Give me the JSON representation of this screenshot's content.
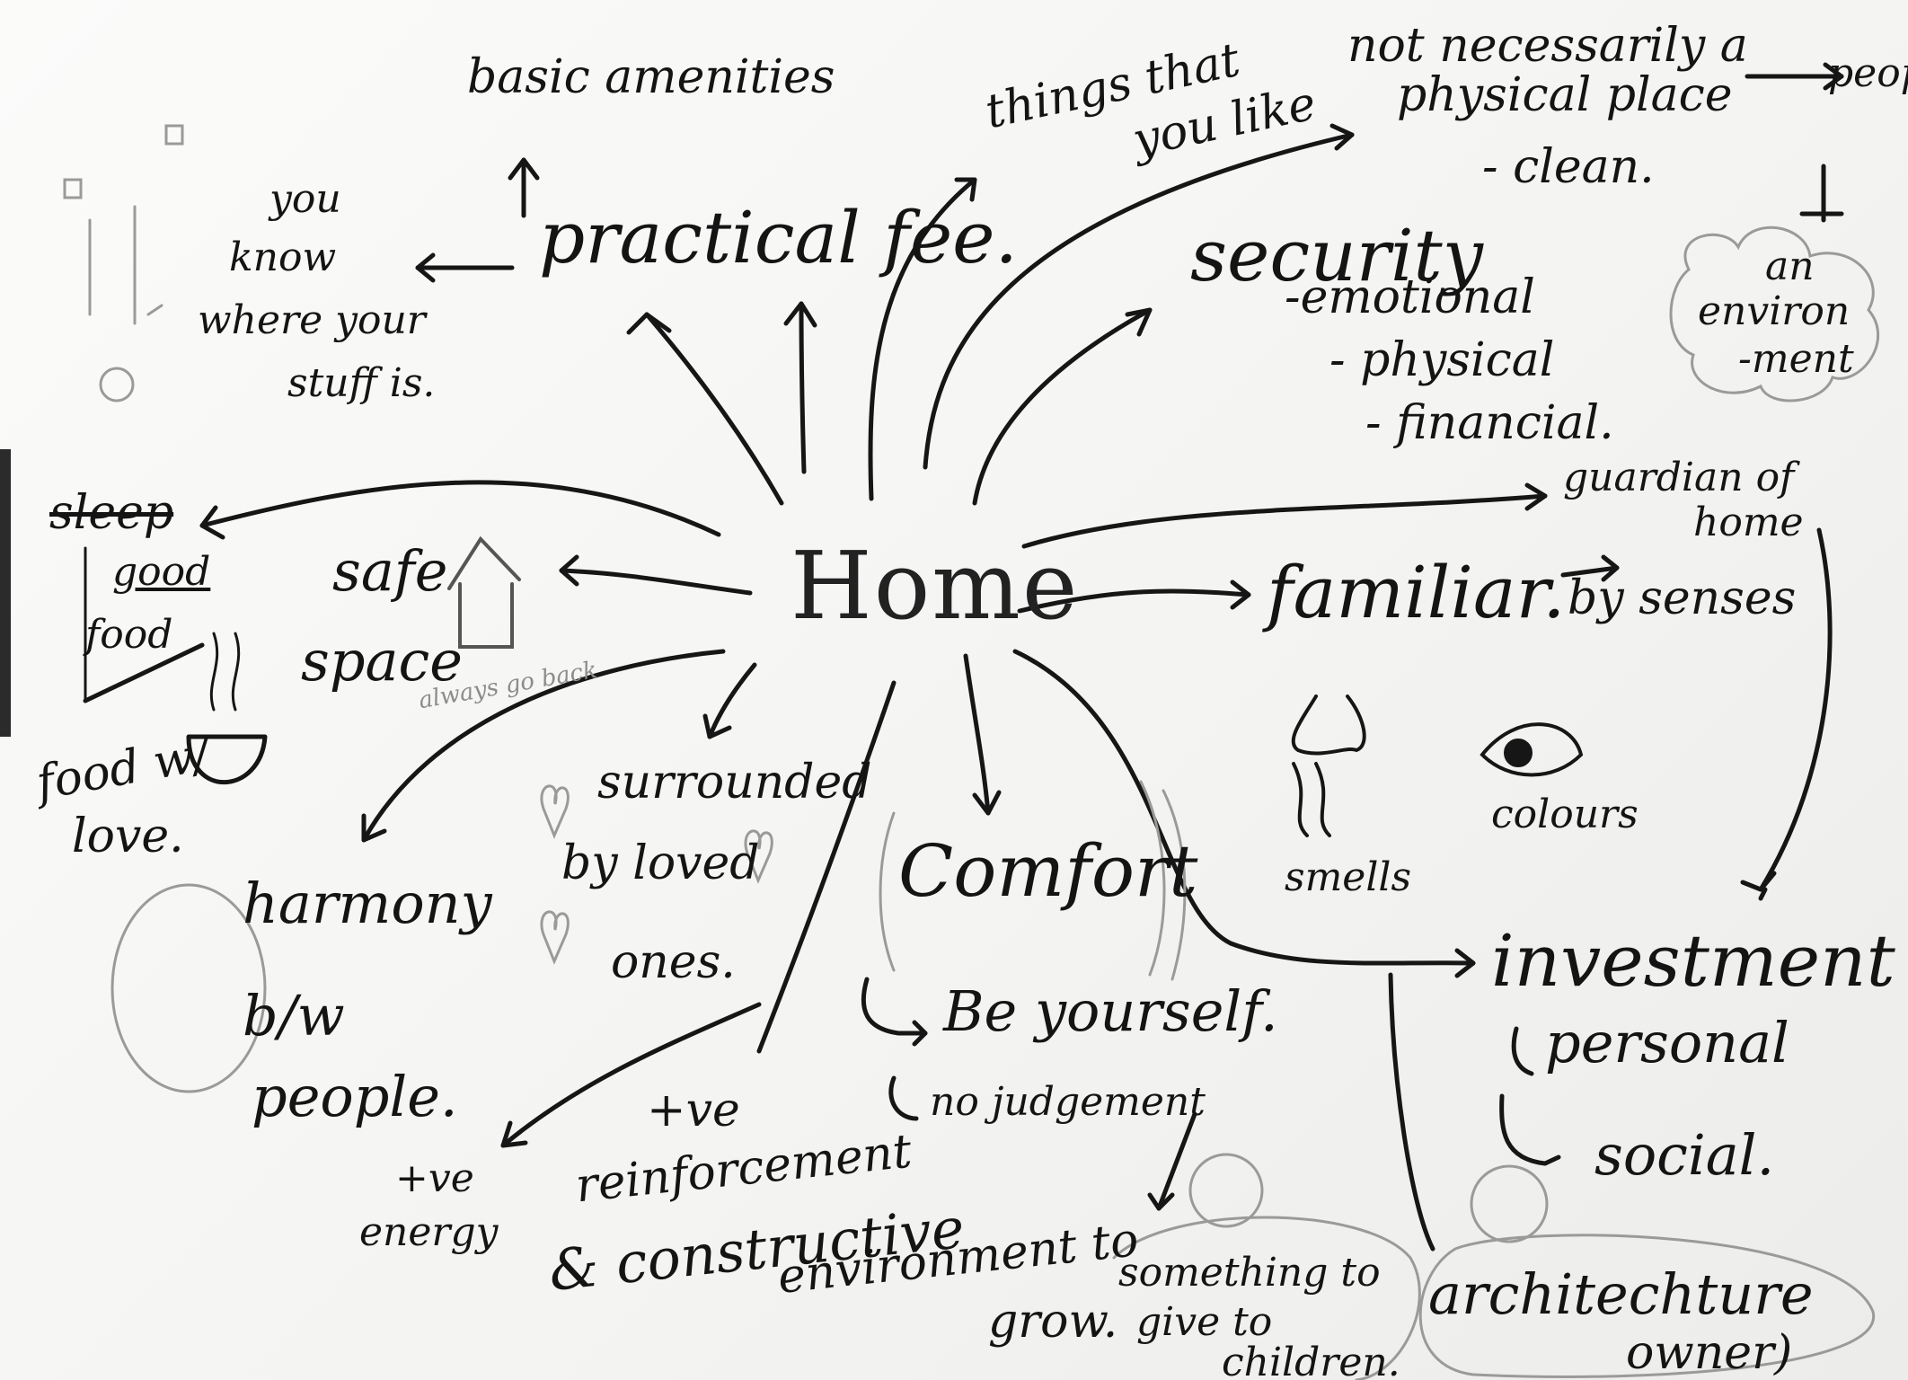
{
  "mindmap": {
    "center": "Home",
    "nodes": {
      "basic_amenities": "basic amenities",
      "practical": "practical fee.",
      "you_know": "you",
      "you_know_2": "know",
      "you_know_3": "where your",
      "you_know_4": "stuff is.",
      "things_like_1": "things that",
      "things_like_2": "you like",
      "not_necessarily_1": "not necessarily a",
      "not_necessarily_2": "physical place",
      "people_arrow": "people.",
      "clean": "- clean.",
      "security": "security",
      "emotional": "-emotional",
      "physical": "- physical",
      "financial": "- financial.",
      "environment_1": "an",
      "environment_2": "environ",
      "environment_3": "-ment",
      "guardian_1": "guardian of",
      "guardian_2": "home",
      "familiar": "familiar.",
      "by_senses": "by senses",
      "smells": "smells",
      "colours": "colours",
      "investment": "investment",
      "personal": "personal",
      "social": "social.",
      "architecture_1": "architechture",
      "architecture_2": "owner)",
      "something_1": "something to",
      "something_2": "give to",
      "something_3": "children.",
      "comfort": "Comfort",
      "be_yourself": "Be yourself.",
      "no_judgement": "no judgement",
      "surrounded_1": "surrounded",
      "surrounded_2": "by loved",
      "surrounded_3": "ones.",
      "harmony_1": "harmony",
      "harmony_2": "b/w",
      "harmony_3": "people.",
      "safe_1": "safe",
      "safe_2": "space",
      "always_go_back": "always go back",
      "sleep": "sleep",
      "good": "good",
      "food": "food",
      "food_love_1": "food w/",
      "food_love_2": "love.",
      "tve_energy_1": "+ve",
      "tve_energy_2": "energy",
      "tve_reinf_1": "+ve",
      "tve_reinf_2": "reinforcement",
      "constructive": "& constructive",
      "env_grow_1": "environment to",
      "env_grow_2": "grow."
    }
  }
}
